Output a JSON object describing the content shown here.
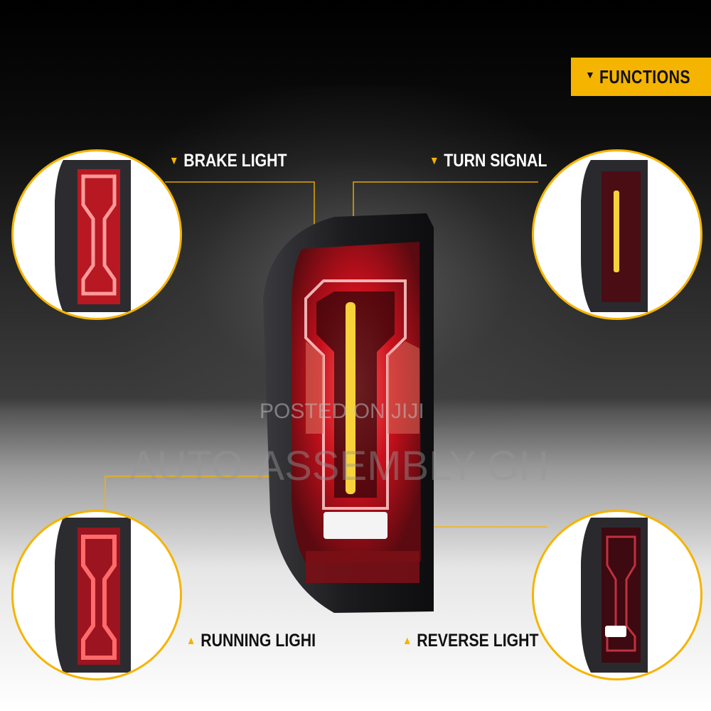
{
  "banner": {
    "caret": "▼",
    "label": "FUNCTIONS"
  },
  "labels": {
    "brake": "BRAKE LIGHT",
    "turn": "TURN SIGNAL",
    "running": "RUNNING LIGHI",
    "reverse": "REVERSE LIGHT"
  },
  "watermark": {
    "posted": "POSTED ON JIJI",
    "brand": "AUTO-ASSEMBLY GH"
  },
  "colors": {
    "accent": "#f5b400",
    "lamp_red": "#e0202a",
    "turn_amber": "#f7d23a",
    "reverse_white": "#ffffff"
  }
}
